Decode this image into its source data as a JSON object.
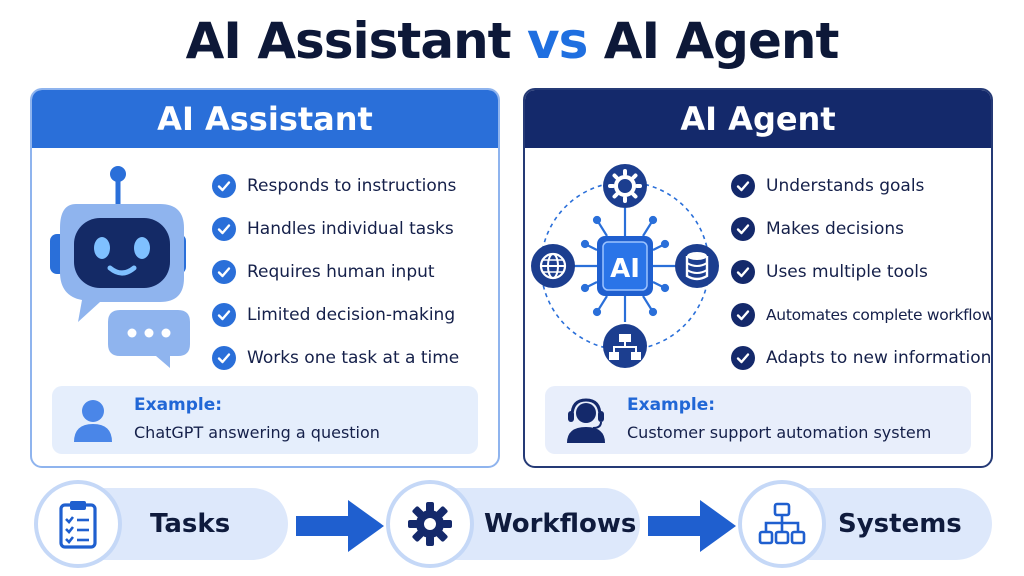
{
  "title": {
    "part1": "AI Assistant",
    "vs": "vs",
    "part2": "AI Agent"
  },
  "colors": {
    "assistant_blue": "#2a6fd9",
    "agent_navy": "#14296b",
    "accent_light": "#e5eefc",
    "text_dark": "#0f1b3d"
  },
  "assistant": {
    "heading": "AI Assistant",
    "illustration_icons": [
      "robot-icon",
      "chat-bubble-icon"
    ],
    "features": [
      "Responds to instructions",
      "Handles individual tasks",
      "Requires human input",
      "Limited decision-making",
      "Works one task at a time"
    ],
    "example": {
      "label": "Example:",
      "text": "ChatGPT answering a question",
      "icon": "person-icon"
    }
  },
  "agent": {
    "heading": "AI Agent",
    "illustration": {
      "chip_label": "AI",
      "orbit_icons": [
        "gear-icon",
        "globe-icon",
        "database-icon",
        "hierarchy-icon"
      ]
    },
    "features": [
      "Understands goals",
      "Makes decisions",
      "Uses multiple tools",
      "Automates complete workflows",
      "Adapts to new information"
    ],
    "example": {
      "label": "Example:",
      "text": "Customer support automation system",
      "icon": "headset-agent-icon"
    }
  },
  "flow": [
    {
      "label": "Tasks",
      "icon": "clipboard-checklist-icon"
    },
    {
      "label": "Workflows",
      "icon": "gear-icon"
    },
    {
      "label": "Systems",
      "icon": "hierarchy-icon"
    }
  ]
}
